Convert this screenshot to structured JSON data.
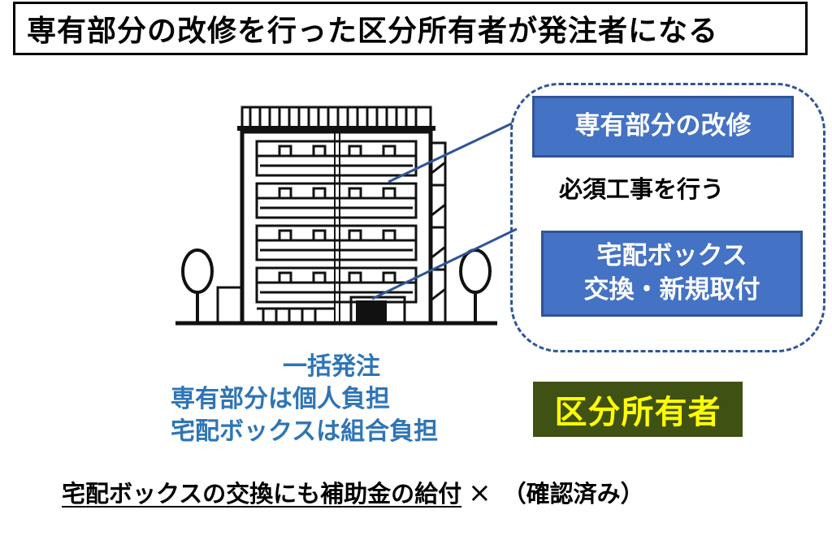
{
  "title": "専有部分の改修を行った区分所有者が発注者になる",
  "callout": {
    "box1": "専有部分の改修",
    "note": "必須工事を行う",
    "box2_line1": "宅配ボックス",
    "box2_line2": "交換・新規取付"
  },
  "summary": {
    "line1": "一括発注",
    "line2": "専有部分は個人負担",
    "line3": "宅配ボックスは組合負担"
  },
  "owner_label": "区分所有者",
  "bottom": {
    "underlined": "宅配ボックスの交換にも補助金の給付",
    "mark": "×",
    "confirmed": "（確認済み）"
  },
  "colors": {
    "box_fill": "#4472c4",
    "box_border": "#2f5597",
    "blue_text": "#2e75b6",
    "owner_bg": "#3f5113",
    "owner_text": "#ffff00"
  }
}
